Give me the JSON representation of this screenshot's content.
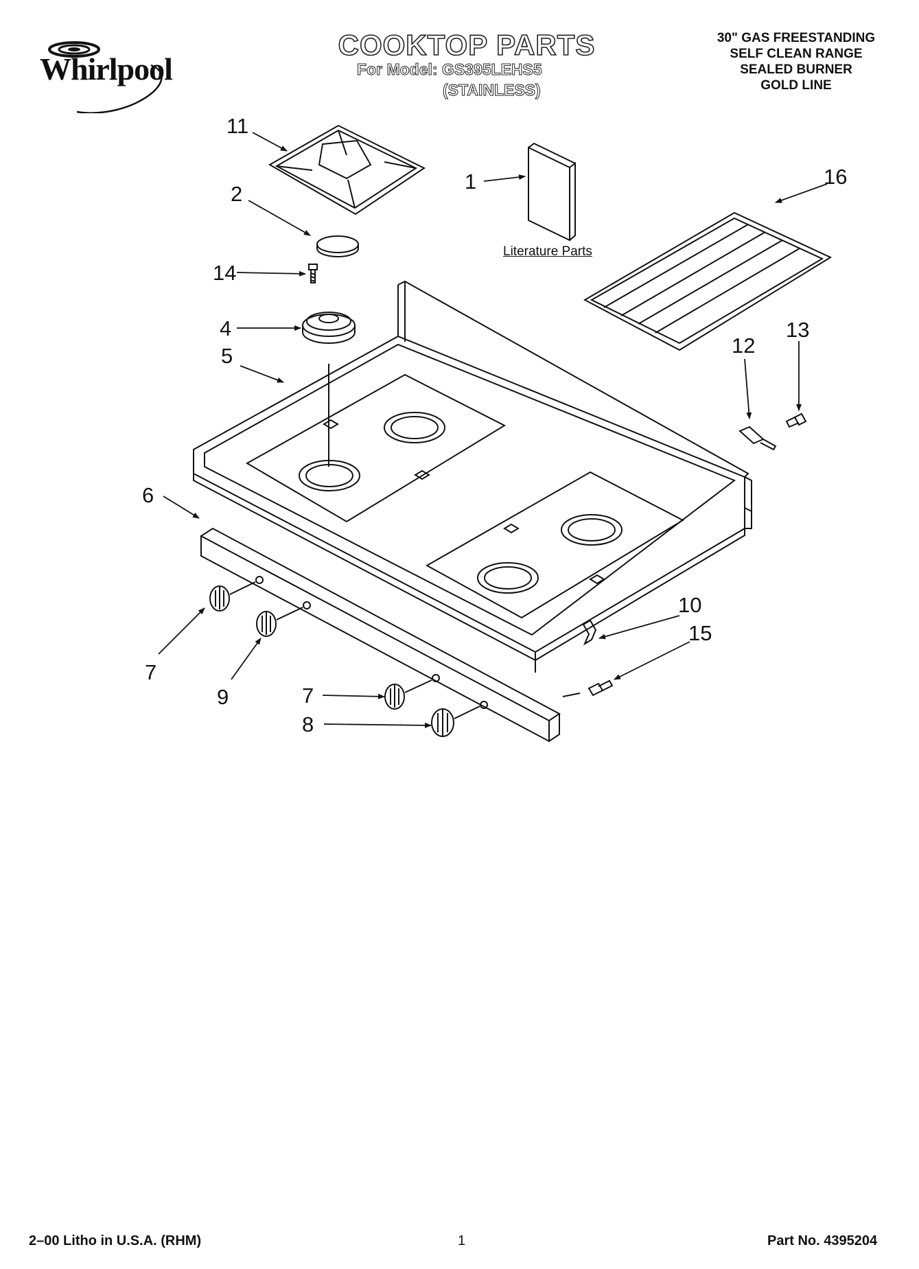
{
  "header": {
    "brand": "Whirlpool",
    "title": "COOKTOP PARTS",
    "model_line": "For Model: GS395LEHS5",
    "finish": "(STAINLESS)",
    "description_lines": [
      "30\" GAS FREESTANDING",
      "SELF CLEAN RANGE",
      "SEALED BURNER",
      "GOLD LINE"
    ]
  },
  "diagram": {
    "literature_label": "Literature Parts",
    "callouts": {
      "c1": "1",
      "c2": "2",
      "c4": "4",
      "c5": "5",
      "c6": "6",
      "c7a": "7",
      "c7b": "7",
      "c8": "8",
      "c9": "9",
      "c10": "10",
      "c11": "11",
      "c12": "12",
      "c13": "13",
      "c14": "14",
      "c15": "15",
      "c16": "16"
    }
  },
  "footer": {
    "left": "2–00 Litho in U.S.A. (RHM)",
    "page": "1",
    "part_no": "Part No. 4395204"
  },
  "colors": {
    "ink": "#111111",
    "paper": "#ffffff"
  }
}
